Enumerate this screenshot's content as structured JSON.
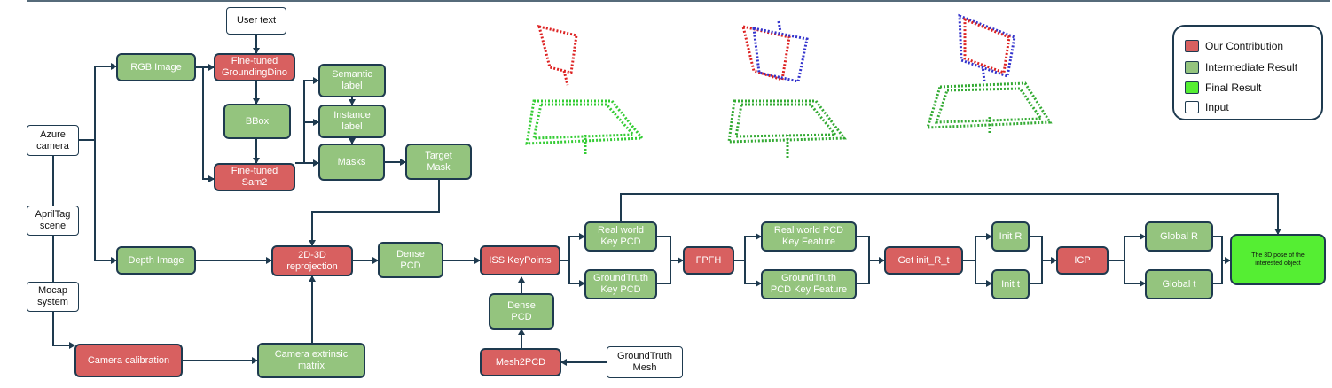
{
  "nodes": {
    "user_text": "User text",
    "rgb_image": "RGB Image",
    "grounding_dino": "Fine-tuned\nGroundingDino",
    "bbox": "BBox",
    "sam2": "Fine-tuned\nSam2",
    "semantic_label": "Semantic\nlabel",
    "instance_label": "Instance\nlabel",
    "masks": "Masks",
    "target_mask": "Target\nMask",
    "azure_camera": "Azure\ncamera",
    "apriltag_scene": "AprilTag\nscene",
    "mocap_system": "Mocap\nsystem",
    "depth_image": "Depth Image",
    "reprojection": "2D-3D\nreprojection",
    "dense_pcd": "Dense\nPCD",
    "iss_keypoints": "ISS KeyPoints",
    "dense_pcd_2": "Dense\nPCD",
    "mesh2pcd": "Mesh2PCD",
    "groundtruth_mesh": "GroundTruth\nMesh",
    "camera_calibration": "Camera calibration",
    "camera_extrinsic": "Camera extrinsic\nmatrix",
    "real_world_key_pcd": "Real world\nKey PCD",
    "groundtruth_key_pcd": "GroundTruth\nKey PCD",
    "fpfh": "FPFH",
    "real_world_pcd_key_feature": "Real world PCD\nKey Feature",
    "groundtruth_pcd_key_feature": "GroundTruth\nPCD Key Feature",
    "get_init_rt": "Get init_R_t",
    "init_r": "Init R",
    "init_t": "Init t",
    "icp": "ICP",
    "global_r": "Global R",
    "global_t": "Global t",
    "final_pose": "The 3D pose of the\ninterested object"
  },
  "legend": {
    "items": [
      {
        "label": "Our Contribution",
        "color": "#d86060"
      },
      {
        "label": "Intermediate Result",
        "color": "#94c47e"
      },
      {
        "label": "Final Result",
        "color": "#55ee33"
      },
      {
        "label": "Input",
        "color": "#ffffff"
      }
    ]
  },
  "colors": {
    "contribution": "#d86060",
    "intermediate": "#94c47e",
    "final": "#55ee33",
    "line": "#1e3a4f",
    "pointcloud_red": "#dd2222",
    "pointcloud_blue": "#3333cc",
    "pointcloud_green": "#33cc33"
  }
}
